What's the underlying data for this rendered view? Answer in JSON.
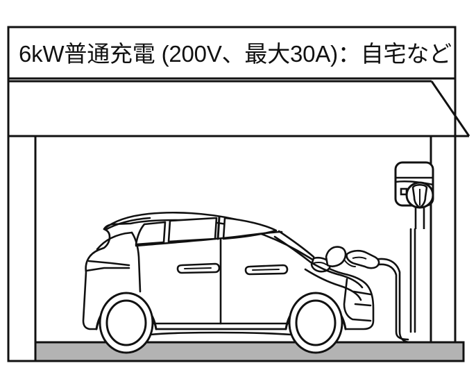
{
  "illustration": {
    "title_banner": {
      "text": "6kW普通充電 (200V、最大30A)：自宅など",
      "power": "6kW",
      "charge_type": "普通充電",
      "voltage": "200V",
      "max_current": "最大30A",
      "location": "自宅など"
    },
    "scene_name": "home-garage-ev-charging",
    "colors": {
      "line": "#111111",
      "background": "#ffffff",
      "floor_gray": "#b3b3b3",
      "banner_background": "#ffffff"
    },
    "elements": {
      "outer_frame": "garage-outer-frame",
      "roof": "garage-roof-band",
      "left_wall": "garage-left-wall-post",
      "right_wall": "garage-right-wall-post",
      "floor": "garage-floor-slab",
      "vehicle": "electric-hatchback-car",
      "wallbox": "wall-mounted-ev-charger",
      "connector": "charging-connector-plugged-in",
      "cable": "charging-cable"
    },
    "vehicle": {
      "name": "electric-hatchback",
      "facing": "right",
      "parts": [
        "body",
        "front-wheel",
        "rear-wheel",
        "front-window",
        "rear-window",
        "front-door",
        "rear-door",
        "front-door-handle",
        "rear-door-handle",
        "side-mirror",
        "roof-spoiler",
        "tail-light",
        "charge-port-flap"
      ]
    },
    "charger": {
      "name": "wallbox-charger",
      "indicator_light": "status-indicator",
      "holster": "connector-holster"
    }
  }
}
